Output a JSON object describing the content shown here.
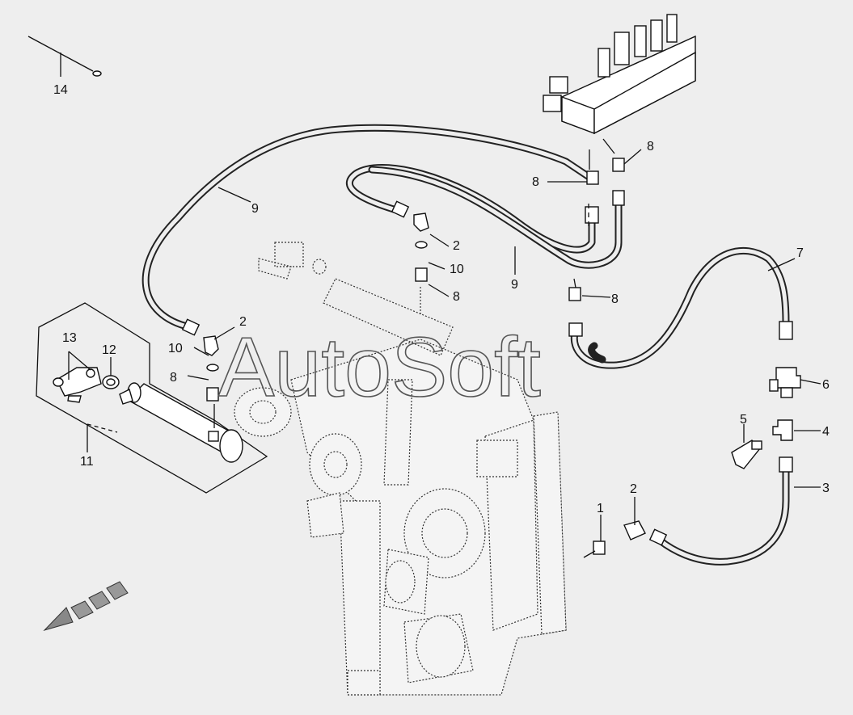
{
  "diagram": {
    "callouts": [
      "14",
      "9",
      "2",
      "10",
      "8",
      "8",
      "8",
      "2",
      "10",
      "8",
      "9",
      "8",
      "7",
      "6",
      "5",
      "4",
      "3",
      "2",
      "1",
      "13",
      "12",
      "11"
    ],
    "watermark": "AutoSoft"
  }
}
